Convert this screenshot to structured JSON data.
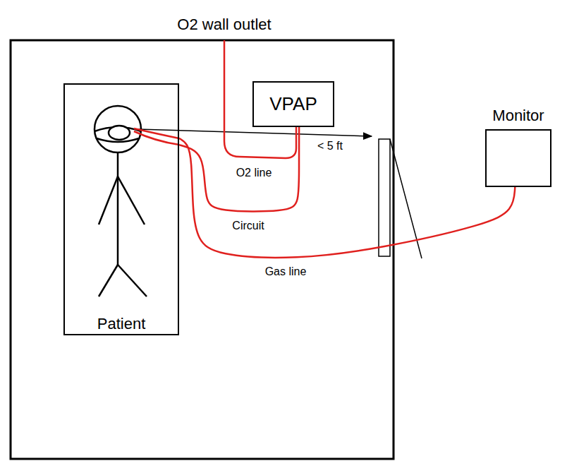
{
  "diagram": {
    "nodes": [
      {
        "text": [
          "Patient"
        ]
      },
      {
        "text": [
          "VPAP"
        ]
      },
      {
        "text": [
          "Monitor"
        ]
      }
    ],
    "edges": [
      {
        "from": 0,
        "to": 1,
        "label": "Circuit",
        "arrow": "none"
      },
      {
        "from": 0,
        "to": 2,
        "label": "Gas line",
        "arrow": "none"
      }
    ],
    "labels": [
      "O2 wall outlet",
      "< 5 ft",
      "O2 line"
    ]
  }
}
